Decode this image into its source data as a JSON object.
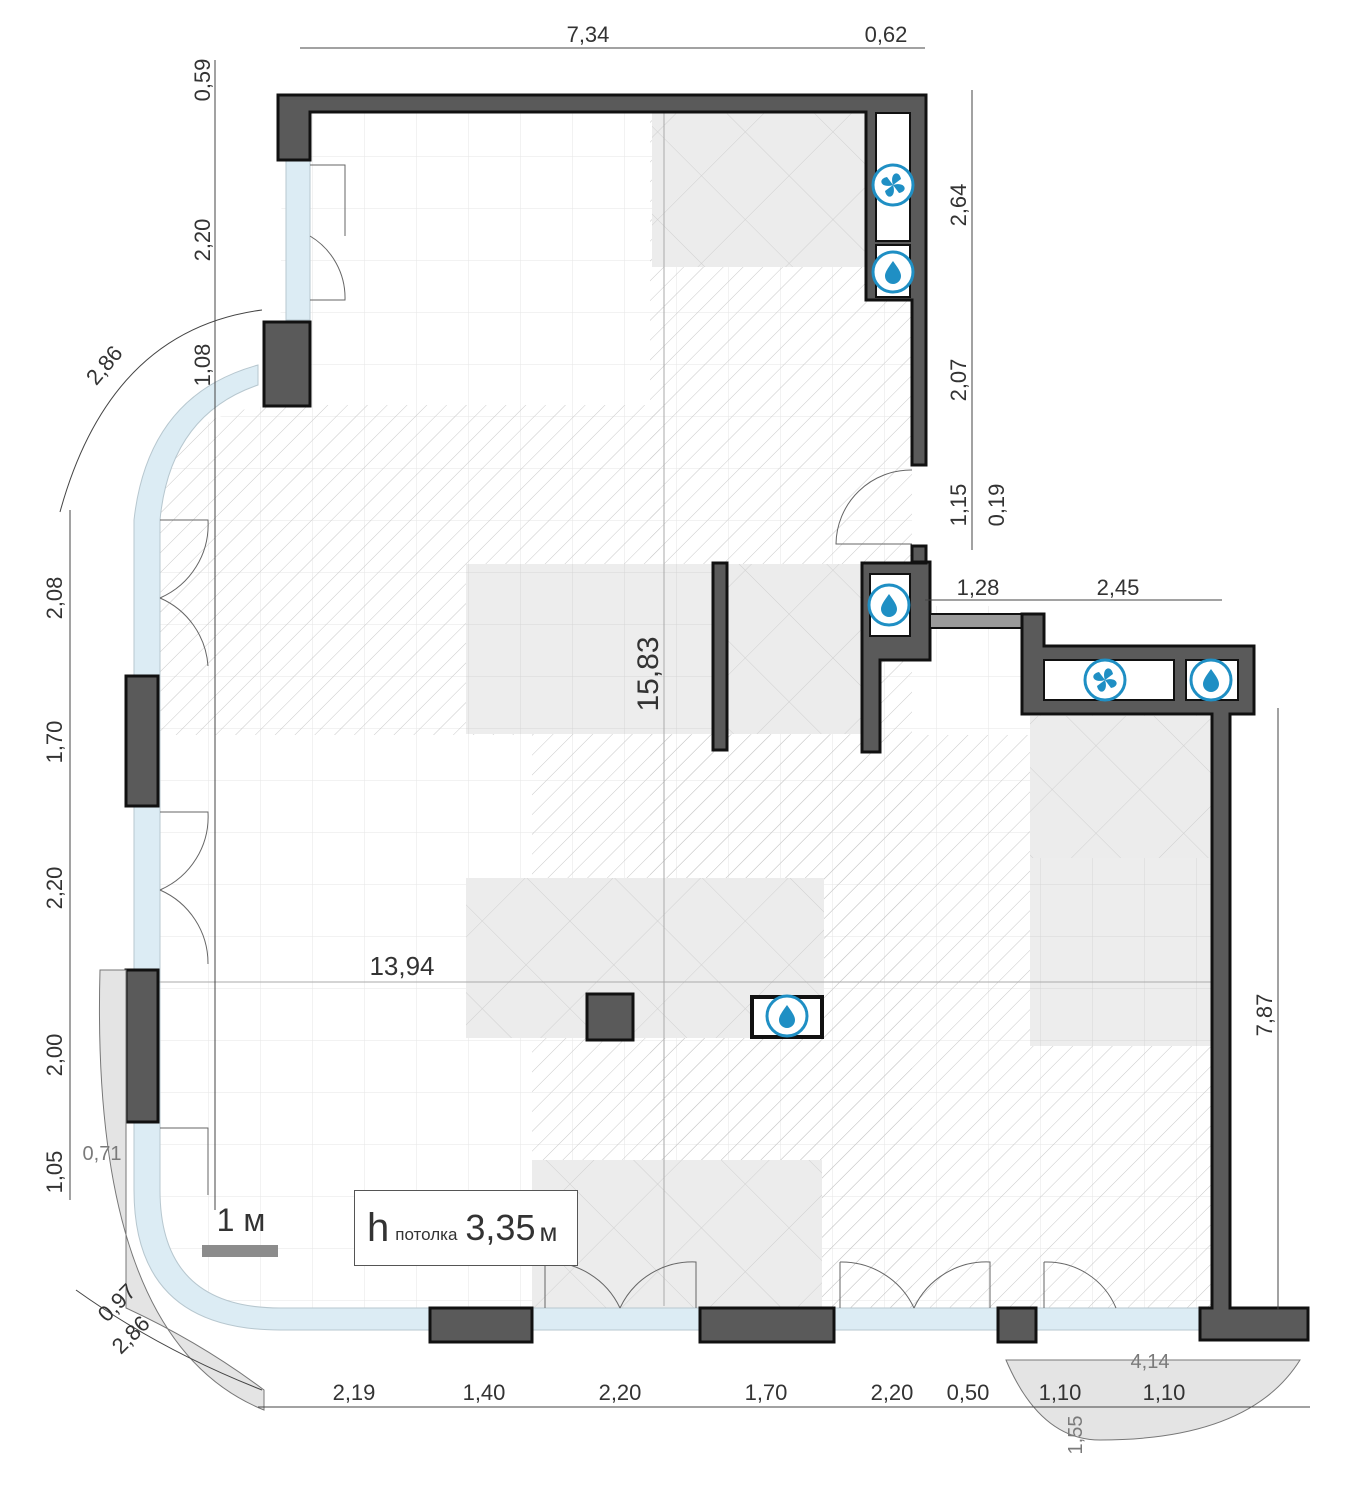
{
  "plan": {
    "dimensions": {
      "top_width": "7,34",
      "top_right": "0,62",
      "left_top": "0,59",
      "left_door": "2,20",
      "left_pier": "1,08",
      "arc_top": "2,86",
      "right_top": "2,64",
      "right_mid": "2,07",
      "right_door": "1,15",
      "right_small": "0,19",
      "ledge_a": "1,28",
      "ledge_b": "2,45",
      "inner_height": "15,83",
      "inner_width": "13,94",
      "right_low": "7,87",
      "left_a": "2,08",
      "left_b": "1,70",
      "left_c": "2,20",
      "left_d": "2,00",
      "left_e": "1,05",
      "left_f": "0,71",
      "corner_a": "0,97",
      "corner_b": "2,86",
      "bottom_1": "2,19",
      "bottom_2": "1,40",
      "bottom_3": "2,20",
      "bottom_4": "1,70",
      "bottom_5": "2,20",
      "bottom_6": "0,50",
      "bottom_7": "1,10",
      "bottom_8": "1,10",
      "balcony_w": "4,14",
      "balcony_h": "1,55"
    },
    "scale": {
      "label": "1 м"
    },
    "ceiling": {
      "h": "h",
      "word": "потолка",
      "value": "3,35",
      "unit": "м"
    },
    "icons": {
      "fan": "fan-icon",
      "water": "water-drop-icon"
    },
    "colors": {
      "wall": "#5a5a5a",
      "glass": "#dcecf4",
      "tile": "#ededed",
      "icon": "#1f8fc4"
    }
  }
}
